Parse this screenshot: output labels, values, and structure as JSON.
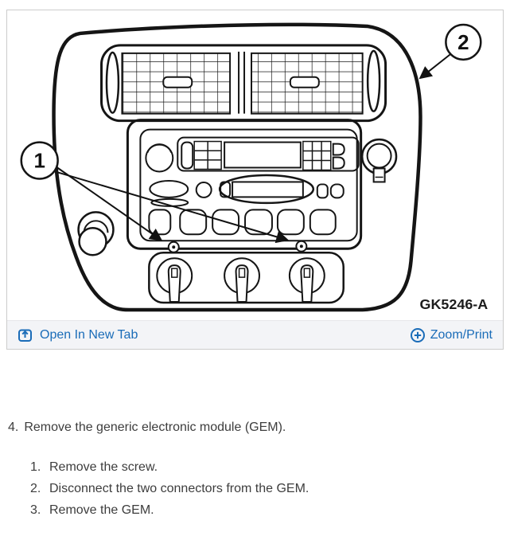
{
  "figure": {
    "label": "GK5246-A",
    "callout_1": "1",
    "callout_2": "2",
    "toolbar": {
      "open_in_new_tab_label": "Open In New Tab",
      "zoom_print_label": "Zoom/Print",
      "link_color": "#1a6cb8"
    }
  },
  "instructions": {
    "step": {
      "number": "4.",
      "text": "Remove the generic electronic module (GEM)."
    },
    "substeps": [
      {
        "number": "1.",
        "text": "Remove the screw."
      },
      {
        "number": "2.",
        "text": "Disconnect the two connectors from the GEM."
      },
      {
        "number": "3.",
        "text": "Remove the GEM."
      }
    ]
  }
}
